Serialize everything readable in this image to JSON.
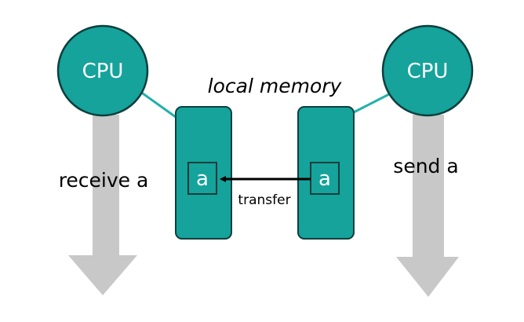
{
  "colors": {
    "teal": "#15a39b",
    "outline": "#0d3f3d",
    "arrow_gray": "#c8c8c8",
    "connector": "#22b1aa"
  },
  "left_node": {
    "cpu_label": "CPU",
    "action_label": "receive a",
    "cell_label": "a"
  },
  "right_node": {
    "cpu_label": "CPU",
    "action_label": "send a",
    "cell_label": "a"
  },
  "memory_label": "local memory",
  "transfer_label": "transfer"
}
